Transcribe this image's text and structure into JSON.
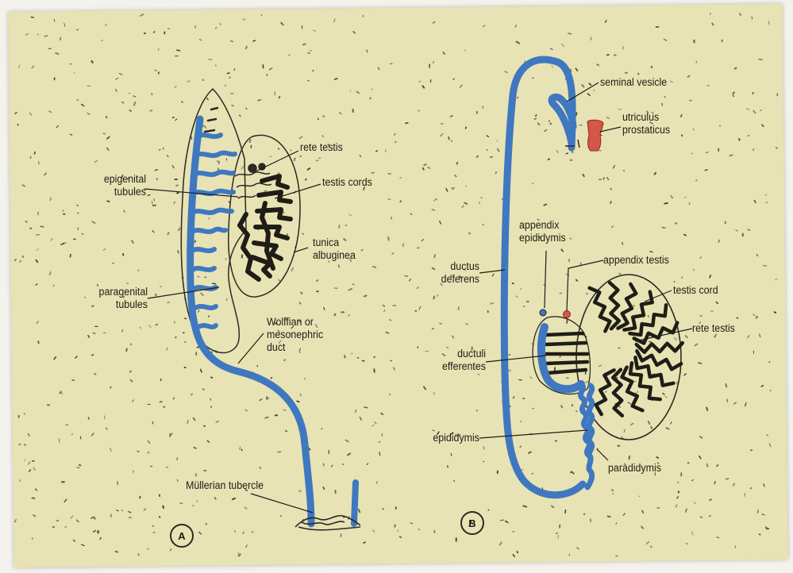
{
  "diagram": {
    "panel_a": {
      "letter": "A",
      "labels": {
        "rete_testis": "rete testis",
        "testis_cords": "testis cords",
        "epigenital_tubules": "epigenital\ntubules",
        "tunica_albuginea": "tunica\nalbuginea",
        "paragenital_tubules": "paragenital\ntubules",
        "wolffian_duct": "Wolffian or\nmesonephric\nduct",
        "mullerian_tubercle": "Müllerian tubercle"
      }
    },
    "panel_b": {
      "letter": "B",
      "labels": {
        "seminal_vesicle": "seminal vesicle",
        "utriculus_prostaticus": "utriculus\nprostaticus",
        "appendix_epididymis": "appendix\nepididymis",
        "appendix_testis": "appendix testis",
        "ductus_deferens": "ductus\ndeferens",
        "testis_cord": "testis cord",
        "rete_testis": "rete testis",
        "ductuli_efferentes": "ductuli\nefferentes",
        "epididymis": "epididymis",
        "paradidymis": "paradidymis"
      }
    },
    "colors": {
      "duct_blue": "#3f78c0",
      "appendix_red": "#d4574a",
      "ink": "#1e1d16",
      "plate": "#e8e3b4"
    }
  }
}
